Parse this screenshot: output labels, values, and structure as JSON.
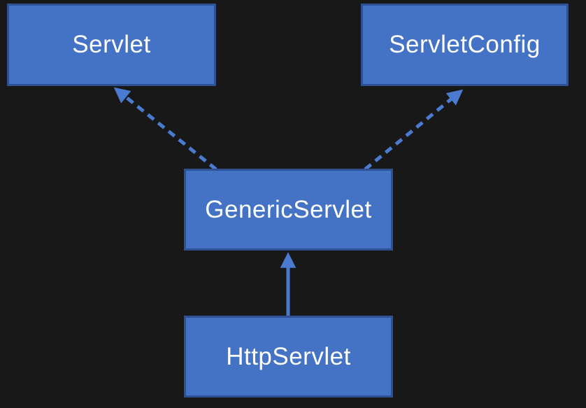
{
  "diagram": {
    "background_color": "#181818",
    "node_fill_color": "#4472c4",
    "node_border_color": "#2e5193",
    "node_text_color": "#ffffff",
    "arrow_color": "#4b7bd1",
    "nodes": [
      {
        "id": "servlet",
        "label": "Servlet"
      },
      {
        "id": "servlet-config",
        "label": "ServletConfig"
      },
      {
        "id": "generic-servlet",
        "label": "GenericServlet"
      },
      {
        "id": "http-servlet",
        "label": "HttpServlet"
      }
    ],
    "edges": [
      {
        "from": "GenericServlet",
        "to": "Servlet",
        "line_style": "dashed"
      },
      {
        "from": "GenericServlet",
        "to": "ServletConfig",
        "line_style": "dashed"
      },
      {
        "from": "HttpServlet",
        "to": "GenericServlet",
        "line_style": "solid"
      }
    ]
  }
}
